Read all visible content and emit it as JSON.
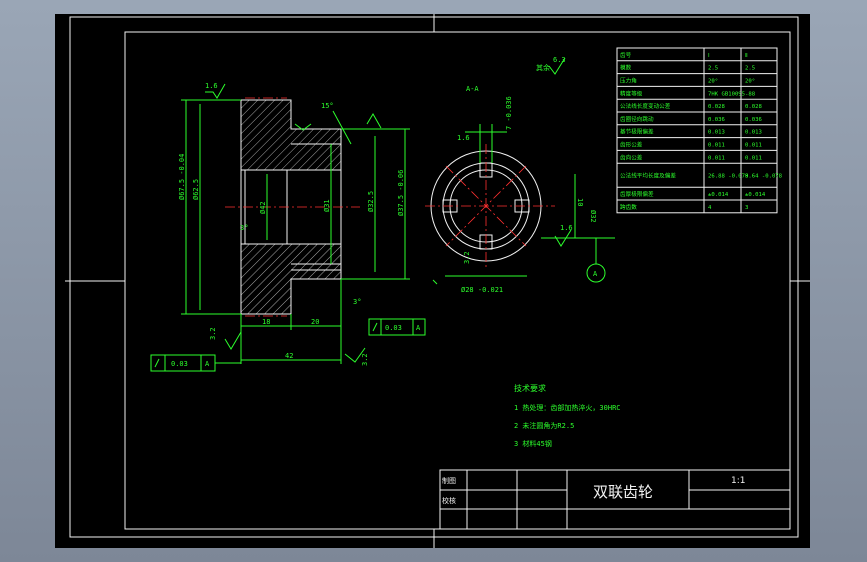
{
  "title_block": {
    "part_name": "双联齿轮",
    "scale": "1:1",
    "drawn_label": "制图",
    "checked_label": "校核"
  },
  "section_label": "A-A",
  "datum_label": "A",
  "roughness_other": "其余",
  "roughness_other_value": "6.3",
  "gear_table": {
    "rows": [
      [
        "齿号",
        "Ⅰ",
        "Ⅱ"
      ],
      [
        "模数",
        "2.5",
        "2.5"
      ],
      [
        "压力角",
        "20°",
        "20°"
      ],
      [
        "精度等级",
        "7HK GB10095-88",
        ""
      ],
      [
        "公法线长度变动公差",
        "0.028",
        "0.028"
      ],
      [
        "齿圈径向跳动",
        "0.036",
        "0.036"
      ],
      [
        "基节极限偏差",
        "0.013",
        "0.013"
      ],
      [
        "齿形公差",
        "0.011",
        "0.011"
      ],
      [
        "齿向公差",
        "0.011",
        "0.011"
      ],
      [
        "公法线平均长度及偏差",
        "26.88 -0.078",
        "9.64 -0.078"
      ],
      [
        "齿厚极限偏差",
        "±0.014",
        "±0.014"
      ],
      [
        "跨齿数",
        "4",
        "3"
      ]
    ]
  },
  "technical_requirements": {
    "heading": "技术要求",
    "items": [
      "1  热处理：齿部加热淬火，30HRC",
      "2  未注圆角为R2.5",
      "3  材料45钢"
    ]
  },
  "dimensions": {
    "d_tip_large": "Ø67.5 -0.04",
    "d_root_large": "Ø62.5",
    "d_bore": "Ø42",
    "d_small": "Ø31",
    "d_small2": "Ø32.5",
    "d_tip_small": "Ø37.5 -0.06",
    "w_18": "18",
    "w_20": "20",
    "w_42": "42",
    "chamfer": "1.6",
    "angle_15": "15°",
    "angle_3a": "3°",
    "angle_3b": "3°",
    "spline_7": "7 -0.036",
    "spline_10": "10",
    "spline_d32": "Ø32",
    "spline_d28": "Ø28 -0.021",
    "rough_32a": "3.2",
    "rough_32b": "3.2",
    "rough_32c": "3.2",
    "tol_1_value": "0.03",
    "tol_1_datum": "A",
    "tol_2_value": "0.03",
    "tol_2_datum": "A"
  }
}
